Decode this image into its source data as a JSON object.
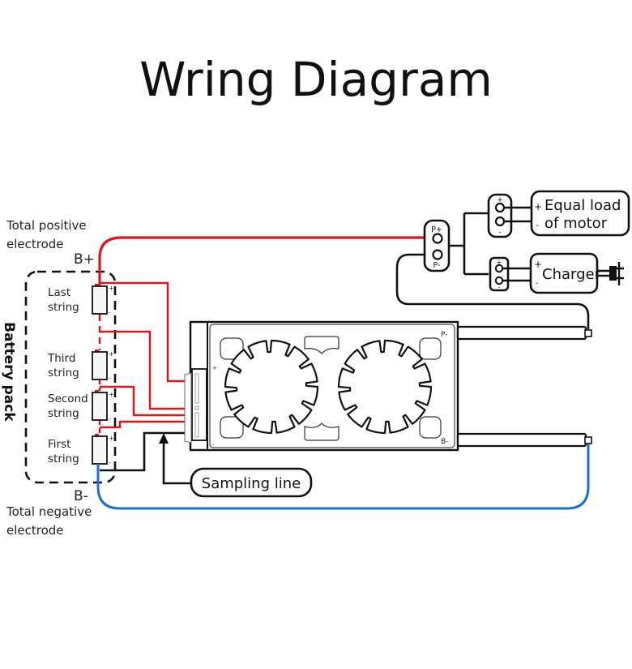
{
  "title": "Wring Diagram",
  "labels": {
    "total_positive": [
      "Total positive",
      "electrode"
    ],
    "total_negative": [
      "Total negative",
      "electrode"
    ],
    "b_plus": "B+",
    "b_minus": "B-",
    "battery_pack": "Battery pack",
    "sampling_line": "Sampling line"
  },
  "cells": [
    {
      "name": "Last",
      "sub": "string"
    },
    {
      "name": "Third",
      "sub": "string"
    },
    {
      "name": "Second",
      "sub": "string"
    },
    {
      "name": "First",
      "sub": "string"
    }
  ],
  "cell_terminals": {
    "plus": "+",
    "minus": "-"
  },
  "bms": {
    "plus_mark": "+",
    "minus_mark": "-",
    "p_minus": "P-",
    "b_minus": "B-"
  },
  "port": {
    "p_plus": "P+",
    "p_minus": "P-"
  },
  "motor": {
    "lines": [
      "Equal load",
      "of motor"
    ],
    "plus": "+",
    "minus": "-"
  },
  "charger": {
    "label": "Charger",
    "plus": "+",
    "minus": "-"
  },
  "colors": {
    "positive": "#e0141a",
    "negative": "#1a6fd0",
    "wire": "#111111"
  }
}
